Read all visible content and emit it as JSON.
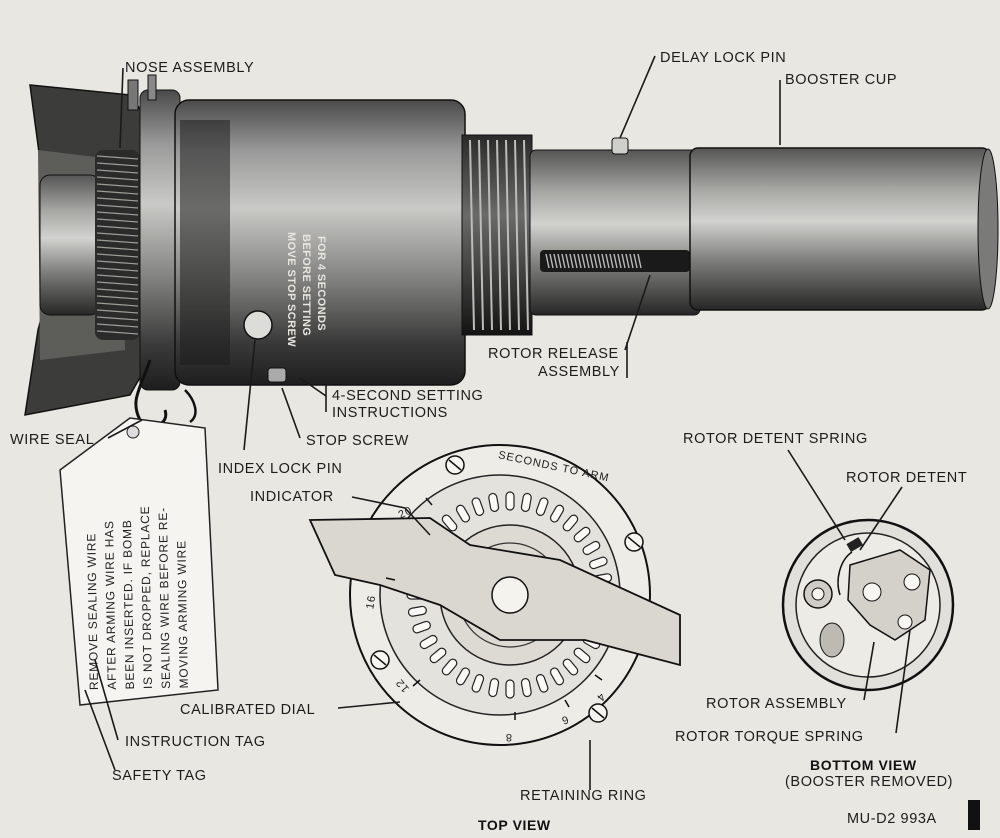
{
  "labels": {
    "nose_assembly": "NOSE ASSEMBLY",
    "delay_lock_pin": "DELAY LOCK PIN",
    "booster_cup": "BOOSTER CUP",
    "rotor_release_assembly": "ROTOR RELEASE",
    "rotor_release_assembly_2": "ASSEMBLY",
    "four_second_instructions": "4-SECOND SETTING",
    "four_second_instructions_2": "INSTRUCTIONS",
    "stop_screw": "STOP SCREW",
    "wire_seal": "WIRE SEAL",
    "index_lock_pin": "INDEX LOCK PIN",
    "indicator": "INDICATOR",
    "calibrated_dial": "CALIBRATED DIAL",
    "instruction_tag": "INSTRUCTION TAG",
    "safety_tag": "SAFETY TAG",
    "retaining_ring": "RETAINING RING",
    "rotor_detent_spring": "ROTOR DETENT SPRING",
    "rotor_detent": "ROTOR DETENT",
    "rotor_assembly": "ROTOR ASSEMBLY",
    "rotor_torque_spring": "ROTOR TORQUE SPRING"
  },
  "views": {
    "top_view": "TOP VIEW",
    "bottom_view": "BOTTOM VIEW",
    "bottom_view_note": "(BOOSTER REMOVED)"
  },
  "body_stamp": [
    "MOVE STOP SCREW",
    "BEFORE SETTING",
    "FOR 4 SECONDS"
  ],
  "dial": {
    "caption": "SECONDS TO ARM",
    "numbers": [
      "20",
      "16",
      "12",
      "8",
      "6",
      "4"
    ]
  },
  "tag_text": [
    "REMOVE SEALING WIRE",
    "AFTER ARMING WIRE HAS",
    "BEEN INSERTED. IF BOMB",
    "IS NOT DROPPED, REPLACE",
    "SEALING WIRE BEFORE RE-",
    "MOVING ARMING WIRE"
  ],
  "figure_id": "MU-D2 993A"
}
